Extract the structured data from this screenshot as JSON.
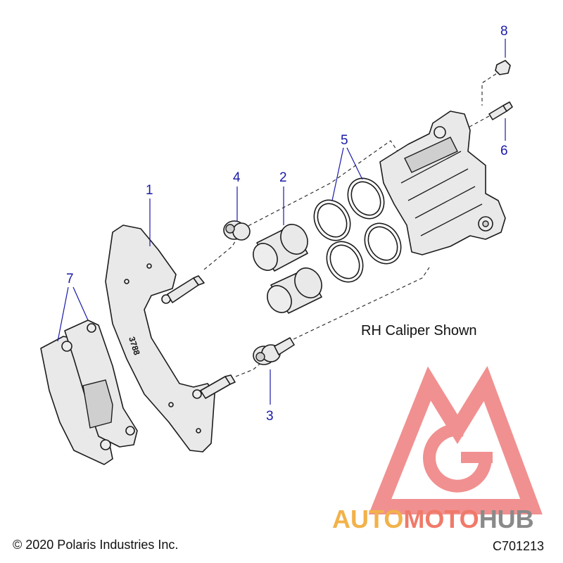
{
  "caption": "RH Caliper Shown",
  "copyright": "© 2020 Polaris Industries Inc.",
  "diagram_code": "C701213",
  "part_marking": "3788",
  "callouts": [
    "1",
    "2",
    "3",
    "4",
    "5",
    "6",
    "7",
    "8"
  ],
  "watermark": {
    "part1": "AUTO",
    "part2": "MOTO",
    "part3": "HUB",
    "color_auto": "#f2b24a",
    "color_moto": "#f07a6a",
    "color_hub": "#8a8a8a",
    "logo_color": "#ef7d7d"
  }
}
